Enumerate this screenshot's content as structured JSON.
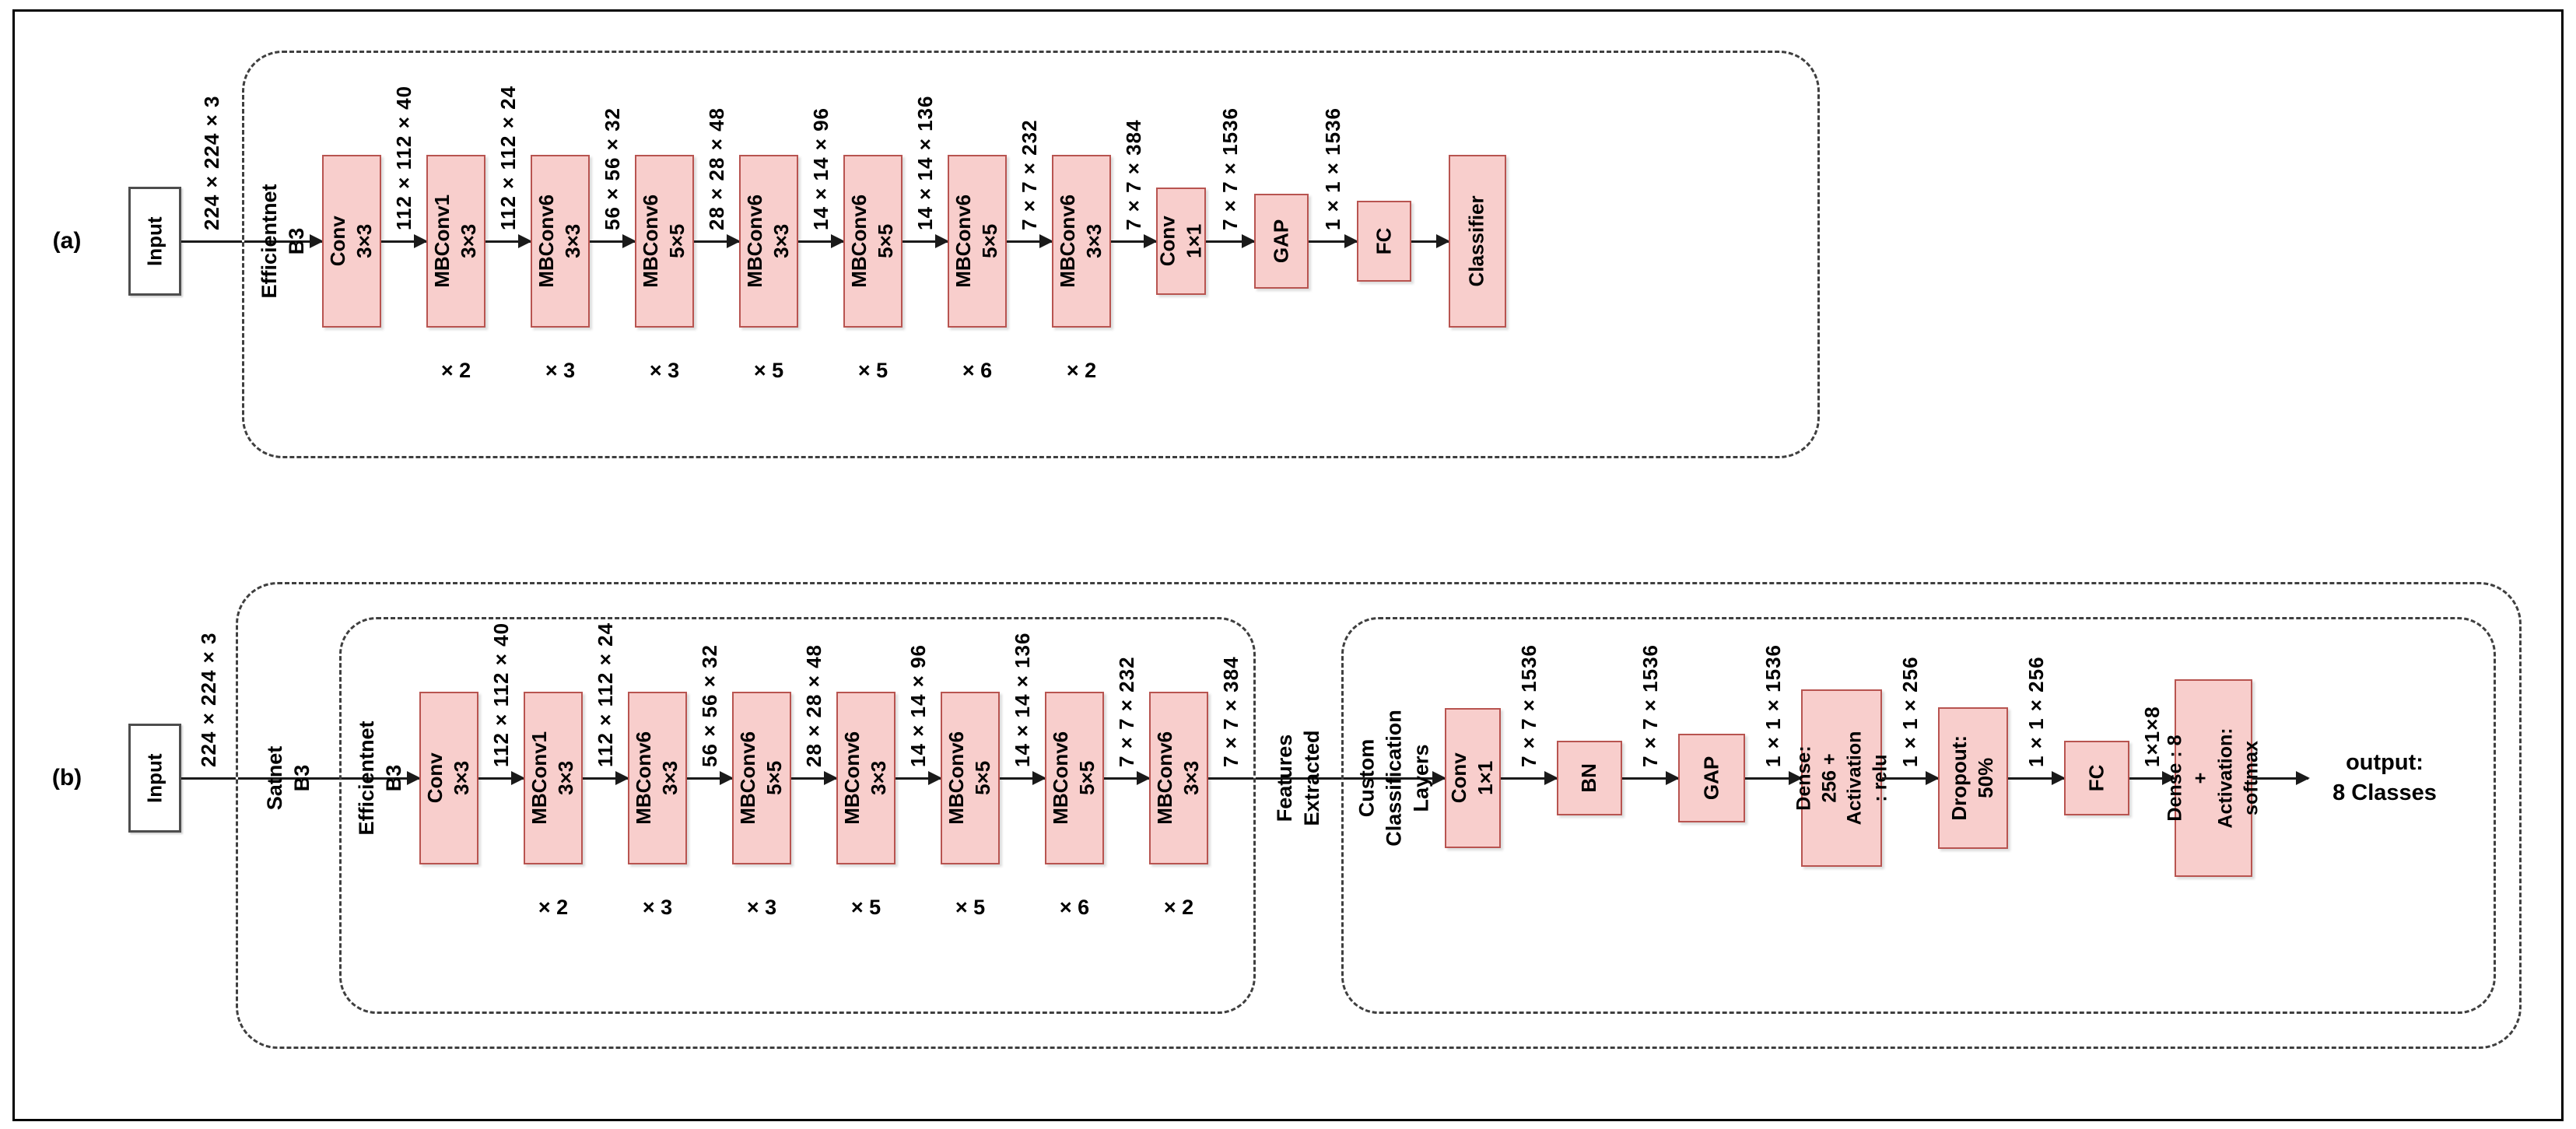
{
  "theme": {
    "box_fill": "#f8cecc",
    "box_stroke": "#b85450",
    "line_color": "#1a1a1a",
    "dash_color": "#3f3f3f",
    "input_fill": "#ffffff",
    "input_stroke": "#4d4d4d",
    "text_color": "#000000",
    "background": "#ffffff"
  },
  "panel_a": {
    "label": "(a)",
    "input": {
      "label": "Input",
      "dim": "224 × 224 × 3"
    },
    "group": "Efficientnet B3",
    "layers": [
      {
        "name": "Conv 3×3"
      },
      {
        "name": "MBConv1 3×3",
        "mult": "× 2",
        "dim_in": "112 × 112 × 40"
      },
      {
        "name": "MBConv6 3×3",
        "mult": "× 3",
        "dim_in": "112 × 112 × 24"
      },
      {
        "name": "MBConv6 5×5",
        "mult": "× 3",
        "dim_in": "56 × 56 × 32"
      },
      {
        "name": "MBConv6 3×3",
        "mult": "× 5",
        "dim_in": "28 × 28 × 48"
      },
      {
        "name": "MBConv6 5×5",
        "mult": "× 5",
        "dim_in": "14 × 14 × 96"
      },
      {
        "name": "MBConv6 5×5",
        "mult": "× 6",
        "dim_in": "14 × 14 × 136"
      },
      {
        "name": "MBConv6 3×3",
        "mult": "× 2",
        "dim_in": "7 × 7 × 232"
      },
      {
        "name": "Conv 1×1",
        "dim_in": "7 × 7 × 384"
      },
      {
        "name": "GAP",
        "dim_in": "7 × 7 × 1536"
      },
      {
        "name": "FC",
        "dim_in": "1 × 1 × 1536"
      },
      {
        "name": "Classifier"
      }
    ]
  },
  "panel_b": {
    "label": "(b)",
    "input": {
      "label": "Input",
      "dim": "224 × 224 × 3"
    },
    "outer_group": "Satnet B3",
    "backbone_group": "Efficientnet B3",
    "backbone_layers": [
      {
        "name": "Conv 3×3"
      },
      {
        "name": "MBConv1 3×3",
        "mult": "× 2",
        "dim_in": "112 × 112 × 40"
      },
      {
        "name": "MBConv6 3×3",
        "mult": "× 3",
        "dim_in": "112 × 112 × 24"
      },
      {
        "name": "MBConv6 5×5",
        "mult": "× 3",
        "dim_in": "56 × 56 × 32"
      },
      {
        "name": "MBConv6 3×3",
        "mult": "× 5",
        "dim_in": "28 × 28 × 48"
      },
      {
        "name": "MBConv6 5×5",
        "mult": "× 5",
        "dim_in": "14 × 14 × 96"
      },
      {
        "name": "MBConv6 5×5",
        "mult": "× 6",
        "dim_in": "14 × 14 × 136"
      },
      {
        "name": "MBConv6 3×3",
        "mult": "× 2",
        "dim_in": "7 × 7 × 232"
      }
    ],
    "backbone_out_dim": "7 × 7 × 384",
    "features_label": "Features Extracted",
    "head_group": "Custom Classification\nLayers",
    "head_layers": [
      {
        "name": "Conv 1×1"
      },
      {
        "name": "BN",
        "dim_in": "7 × 7 × 1536"
      },
      {
        "name": "GAP",
        "dim_in": "7 × 7 × 1536"
      },
      {
        "name": "Dense: 256 +\nActivation : relu",
        "dim_in": "1 × 1 × 1536"
      },
      {
        "name": "Dropout: 50%",
        "dim_in": "1 × 1 × 256"
      },
      {
        "name": "FC",
        "dim_in": "1 × 1 × 256"
      },
      {
        "name": "Dense : 8 +\nActivation: softmax",
        "dim_in": "1×1×8"
      }
    ],
    "output": "output:\n8 Classes"
  }
}
